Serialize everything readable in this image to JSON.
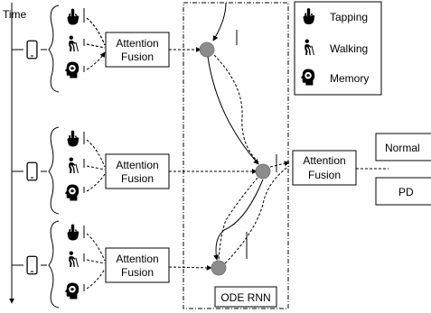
{
  "time_label": "Time",
  "legend": {
    "items": [
      {
        "label": "Tapping",
        "icon": "tapping-hand-icon"
      },
      {
        "label": "Walking",
        "icon": "walking-person-icon"
      },
      {
        "label": "Memory",
        "icon": "memory-head-icon"
      }
    ]
  },
  "fusion_blocks": [
    {
      "line1": "Attention",
      "line2": "Fusion"
    },
    {
      "line1": "Attention",
      "line2": "Fusion"
    },
    {
      "line1": "Attention",
      "line2": "Fusion"
    }
  ],
  "final_fusion": {
    "line1": "Attention",
    "line2": "Fusion"
  },
  "ode_rnn_label": "ODE RNN",
  "outputs": {
    "normal": "Normal",
    "pd": "PD"
  },
  "colors": {
    "node_fill": "#8c8c8c",
    "line": "#000000"
  }
}
